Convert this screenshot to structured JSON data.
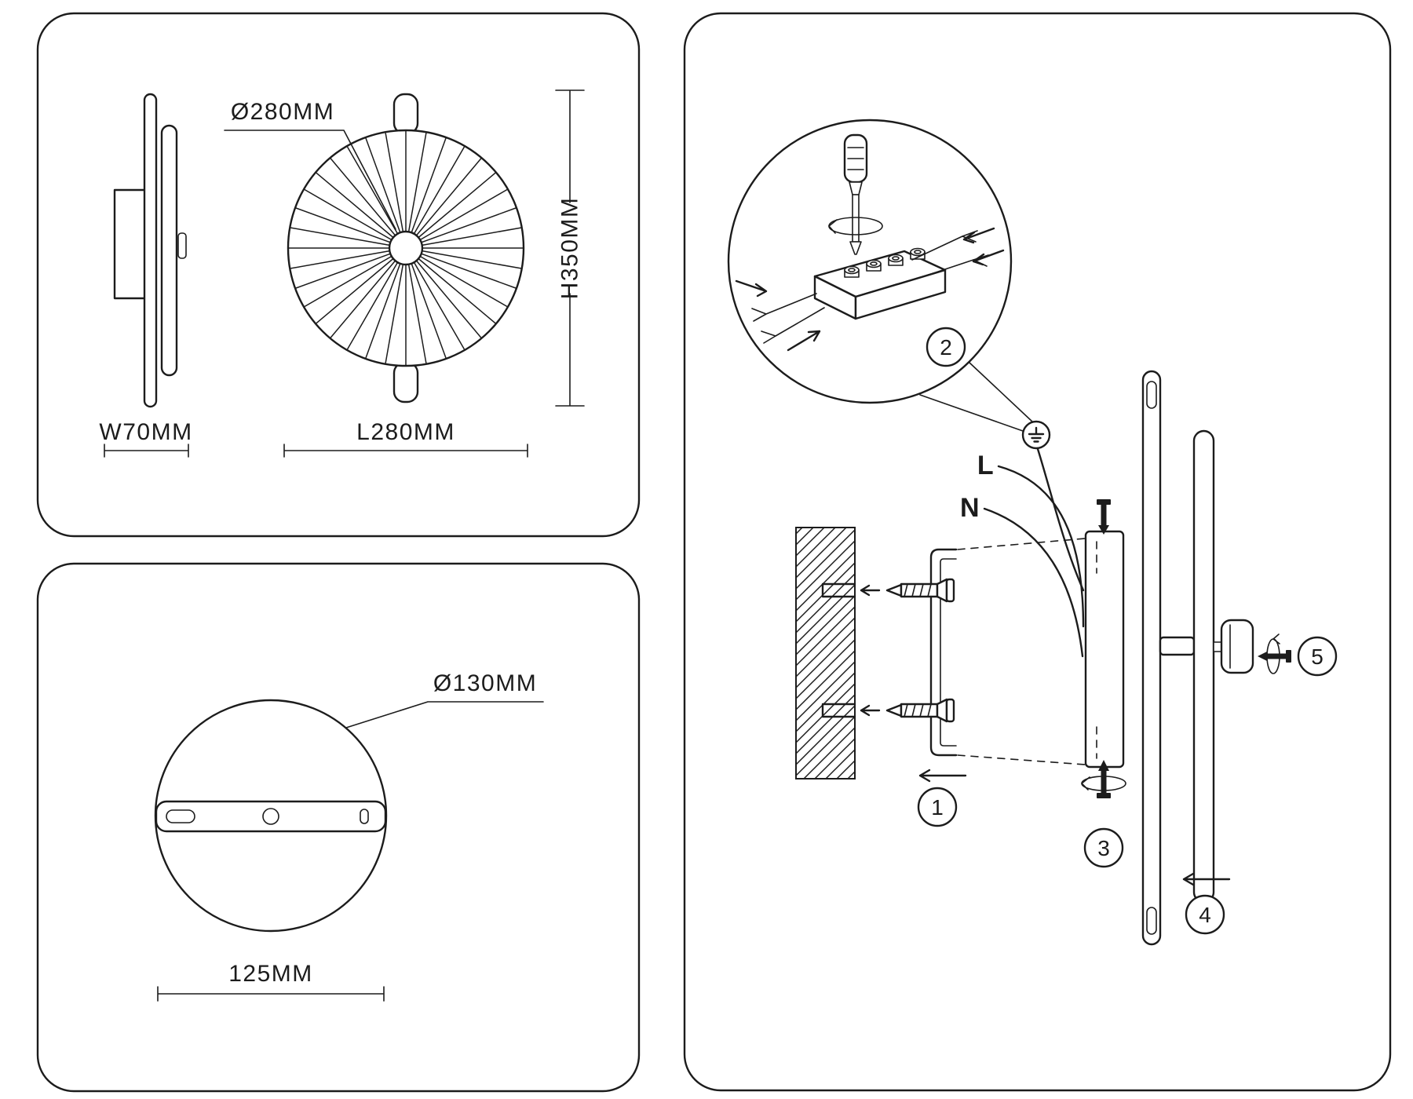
{
  "page": {
    "background": "#ffffff",
    "line_color": "#1c1c1c"
  },
  "panel_lamp_dimensions": {
    "diameter_label": "Ø280MM",
    "height_label": "H350MM",
    "width_label": "W70MM",
    "length_label": "L280MM"
  },
  "panel_base_dimensions": {
    "diameter_label": "Ø130MM",
    "length_label": "125MM"
  },
  "panel_installation": {
    "wire_live_label": "L",
    "wire_neutral_label": "N",
    "steps": [
      "1",
      "2",
      "3",
      "4",
      "5"
    ],
    "icons": {
      "tool": "screwdriver-icon",
      "ground": "earth-ground-icon",
      "fastener": "screw-icon",
      "rotation": "rotate-arrow-icon",
      "direction": "arrow-icon"
    }
  }
}
